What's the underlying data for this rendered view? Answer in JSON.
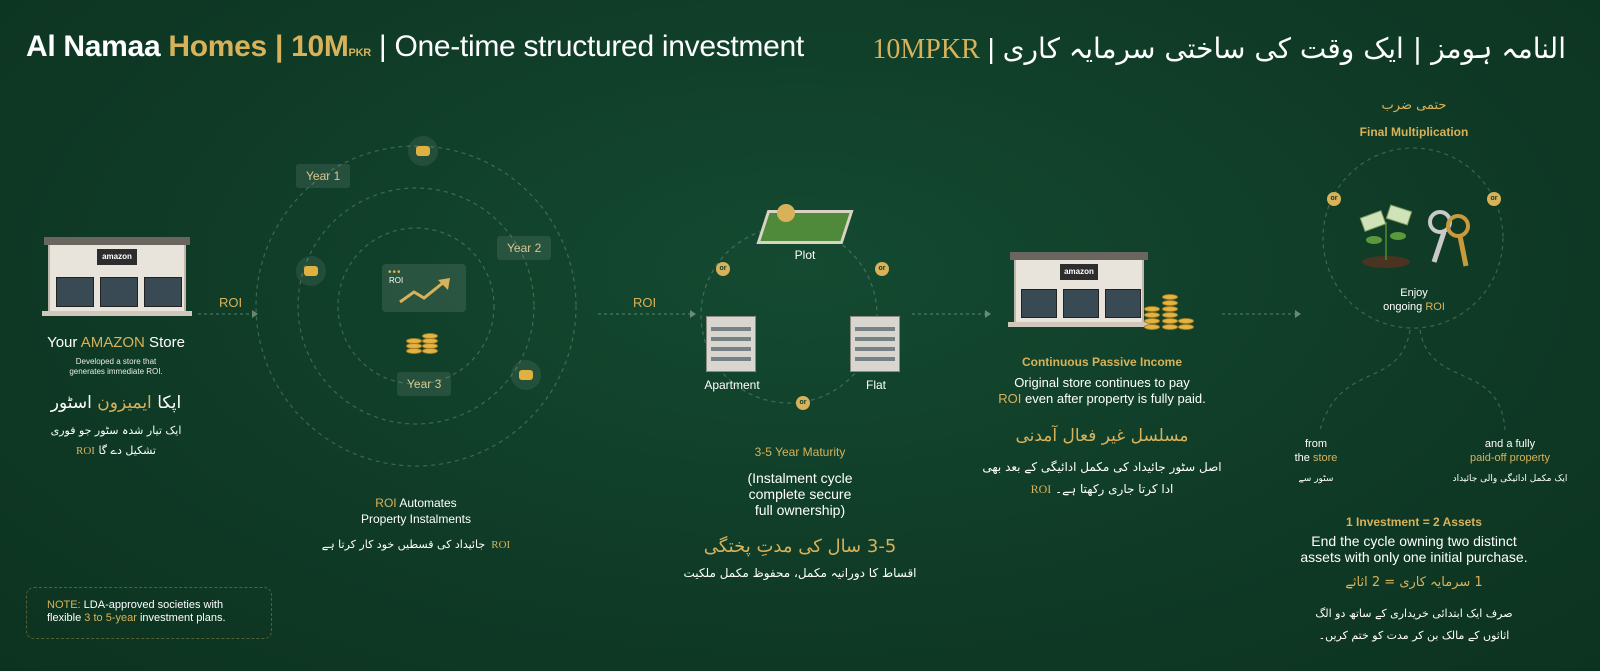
{
  "header": {
    "brand_white": "Al Namaa ",
    "brand_gold": "Homes | 10M",
    "brand_pkr": "PKR",
    "brand_rest": " | One-time structured investment",
    "urdu_num": "10MPKR",
    "urdu_sep": " | ",
    "urdu_title": "النامہ ہومز | ایک وقت کی ساختی سرمایہ کاری"
  },
  "store": {
    "sign": "amazon",
    "title_prefix": "Your ",
    "title_highlight": "AMAZON",
    "title_suffix": " Store",
    "desc_line1": "Developed a store that",
    "desc_line2": "generates immediate ROI.",
    "urdu_title_a": "اپکا",
    "urdu_title_gold": "ایمیزون",
    "urdu_title_b": "اسٹور",
    "urdu_line1": "ایک تیار شدہ سٹور جو فوری",
    "urdu_line2": "تشکیل دے گا",
    "urdu_roi": "ROI"
  },
  "arrows": {
    "roi_1": "ROI",
    "roi_2": "ROI"
  },
  "cycle": {
    "year1": "Year 1",
    "year2": "Year 2",
    "year3": "Year 3",
    "center_tag": "ROI",
    "caption_roi": "ROI",
    "caption_line1": " Automates",
    "caption_line2": "Property Instalments",
    "urdu_text": "جائیداد کی قسطیں خود کار کرتا ہے",
    "urdu_roi": "ROI"
  },
  "options": {
    "plot": "Plot",
    "apartment": "Apartment",
    "flat": "Flat",
    "or": "or",
    "maturity_title": "3-5 Year Maturity",
    "maturity_line1": "(Instalment cycle",
    "maturity_line2": "complete secure",
    "maturity_line3": "full ownership)",
    "urdu_title": "3-5  سال کی مدتِ پختگی",
    "urdu_line": "اقساط کا دورانیہ مکمل، محفوظ مکمل ملکیت"
  },
  "passive": {
    "title": "Continuous Passive Income",
    "line1": "Original store continues to pay",
    "line2_roi": "ROI",
    "line2_rest": " even after property is fully paid.",
    "urdu_title": "مسلسل غیر فعال آمدنی",
    "urdu_line1": "اصل سٹور جائیداد کی مکمل ادائیگی کے بعد بھی",
    "urdu_line2": "ادا کرتا جاری رکھتا ہے۔",
    "urdu_roi": "ROI"
  },
  "final": {
    "urdu_title": "حتمی ضرب",
    "title": "Final Multiplication",
    "or": "or",
    "enjoy": "Enjoy",
    "ongoing": "ongoing ",
    "ongoing_roi": "ROI",
    "from": "from",
    "the": "the ",
    "store": "store",
    "from_urdu": "سٹور سے",
    "and_fully": "and a fully",
    "paid_off": "paid-off property",
    "paid_urdu": "ایک مکمل ادائیگی والی جائیداد",
    "equation": "1 Investment = 2 Assets",
    "end_line1": "End the cycle owning two distinct",
    "end_line2": "assets with only one initial purchase.",
    "urdu_equation": "1 سرمایہ کاری = 2 اثاثے",
    "urdu_line1": "صرف ایک ابتدائی خریداری کے ساتھ دو الگ",
    "urdu_line2": "اثاثوں کے مالک بن کر مدت کو ختم کریں۔"
  },
  "note": {
    "label": "NOTE:",
    "text1": " LDA-approved societies with",
    "text2_a": "flexible ",
    "text2_gold": "3 to 5-year",
    "text2_b": " investment plans."
  },
  "colors": {
    "background": "#0f3a26",
    "gold": "#d8b25a",
    "text": "#ffffff"
  }
}
